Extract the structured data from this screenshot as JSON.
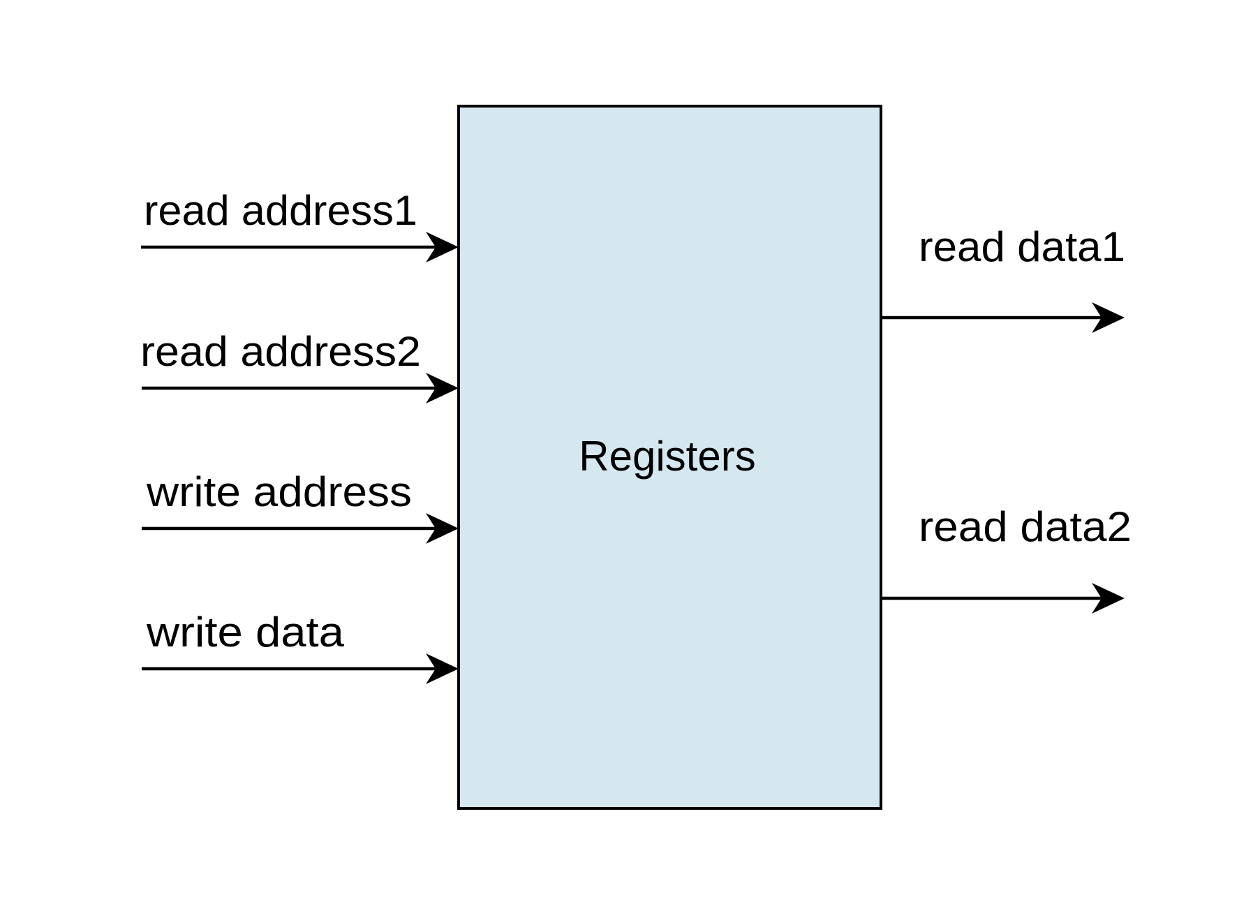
{
  "block": {
    "label": "Registers",
    "fill_color": "#d5e7ef",
    "border_color": "#000000"
  },
  "inputs": [
    {
      "label": "read address1"
    },
    {
      "label": "read address2"
    },
    {
      "label": "write address"
    },
    {
      "label": "write data"
    }
  ],
  "outputs": [
    {
      "label": "read data1"
    },
    {
      "label": "read data2"
    }
  ]
}
